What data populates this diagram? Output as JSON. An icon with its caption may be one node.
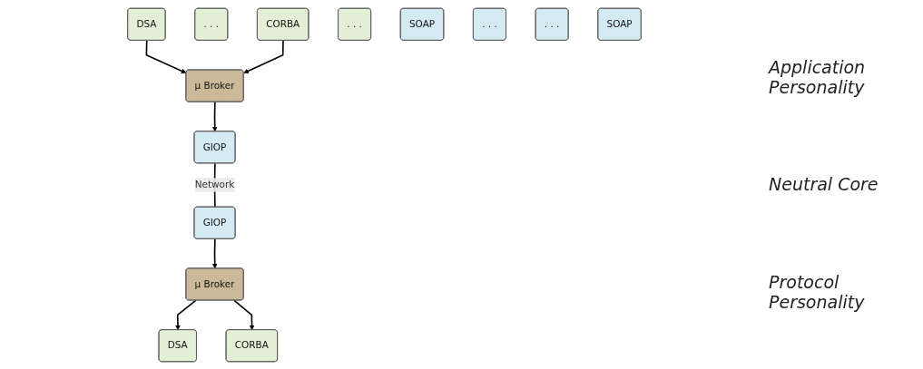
{
  "diagram": {
    "nodes": [
      {
        "text": [
          "DSA"
        ]
      },
      {
        "text": [
          ". . ."
        ]
      },
      {
        "text": [
          "CORBA"
        ]
      },
      {
        "text": [
          "DSA"
        ]
      },
      {
        "text": [
          ". . ."
        ]
      },
      {
        "text": [
          "CORBA"
        ]
      },
      {
        "text": [
          "μ Broker"
        ]
      },
      {
        "text": [
          "μ Broker"
        ]
      },
      {
        "text": [
          "SOAP"
        ]
      },
      {
        "text": [
          ". . ."
        ]
      },
      {
        "text": [
          "GIOP"
        ]
      },
      {
        "text": [
          "GIOP"
        ]
      },
      {
        "text": [
          ". . ."
        ]
      },
      {
        "text": [
          "SOAP"
        ]
      }
    ],
    "edges": [
      {
        "from": 0,
        "to": 6,
        "arrow": "to"
      },
      {
        "from": 2,
        "to": 6,
        "arrow": "to"
      },
      {
        "from": 6,
        "to": 10,
        "arrow": "to"
      },
      {
        "from": 10,
        "to": 11,
        "arrow": "none",
        "label": "Network"
      },
      {
        "from": 11,
        "to": 7,
        "arrow": "to"
      },
      {
        "from": 7,
        "to": 3,
        "arrow": "to"
      },
      {
        "from": 7,
        "to": 5,
        "arrow": "to"
      }
    ],
    "labels": [
      "Application Personality",
      "Neutral Core",
      "Protocol Personality"
    ]
  }
}
